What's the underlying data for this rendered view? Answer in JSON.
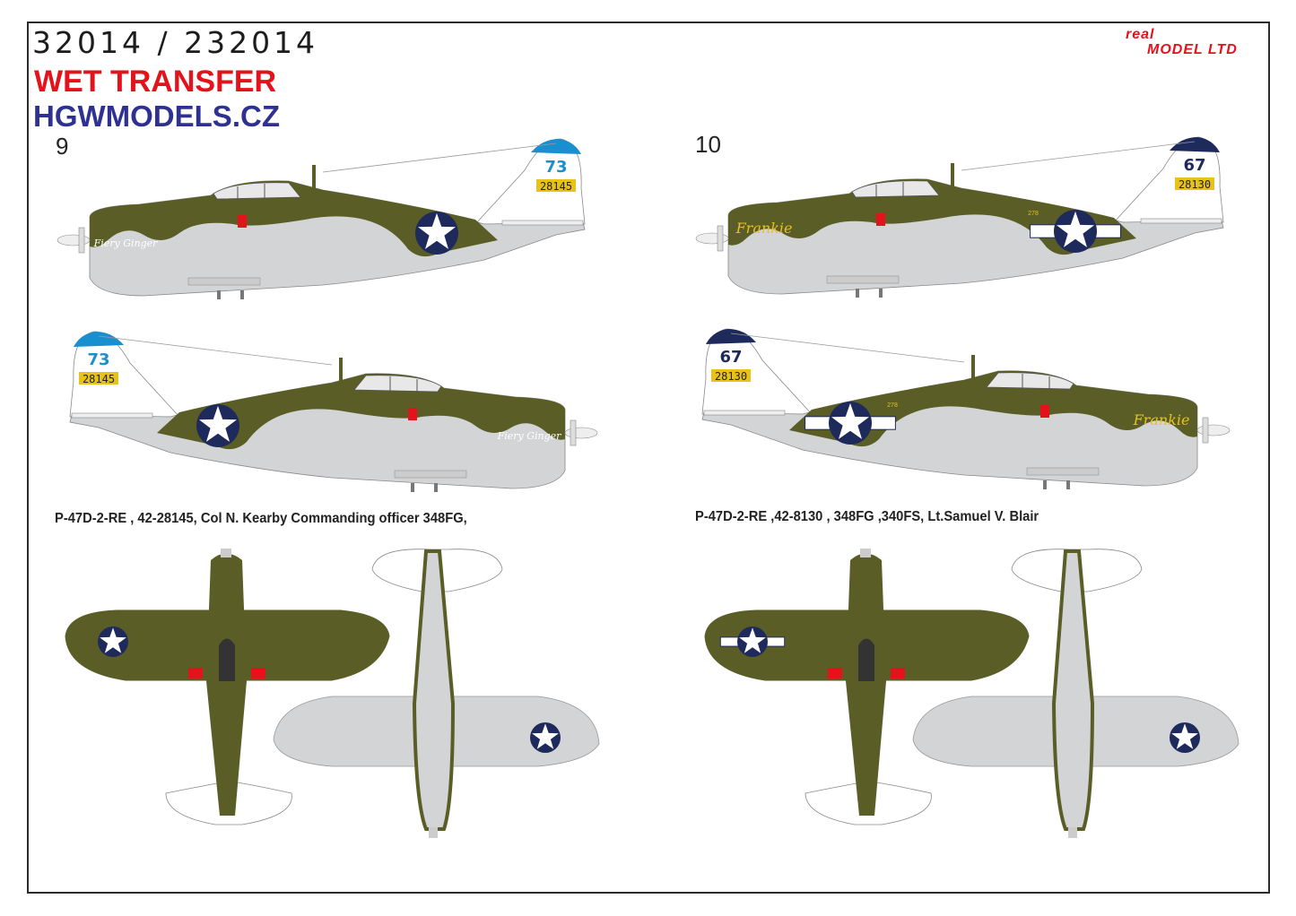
{
  "header": {
    "product_code": "32014 / 232014",
    "subtitle": "WET TRANSFER",
    "website": "HGWMODELS.CZ",
    "brand_line1": "real",
    "brand_line2": "MODEL LTD"
  },
  "colors": {
    "olive_drab": "#5a5e26",
    "neutral_grey": "#d3d4d6",
    "insignia_blue": "#1f2a5c",
    "white": "#ffffff",
    "tail_cap_light_blue": "#1a8fd0",
    "tail_cap_dark_blue": "#1f2a5c",
    "serial_yellow": "#e7c21a",
    "red": "#e3121b"
  },
  "schemes": [
    {
      "number": "9",
      "caption": "P-47D-2-RE , 42-28145,  Col N. Kearby Commanding officer 348FG,",
      "tail_code": "73",
      "serial": "28145",
      "nose_art": "Fiery Ginger",
      "cap_color": "#1a8fd0",
      "code_color": "#1a8fd0",
      "roundel_bars": false
    },
    {
      "number": "10",
      "caption": "P-47D-2-RE ,42-8130 , 348FG ,340FS, Lt.Samuel V. Blair",
      "tail_code": "67",
      "serial": "28130",
      "nose_art": "Frankie",
      "fuselage_number": "278",
      "cap_color": "#1f2a5c",
      "code_color": "#1f2a5c",
      "roundel_bars": true
    }
  ]
}
